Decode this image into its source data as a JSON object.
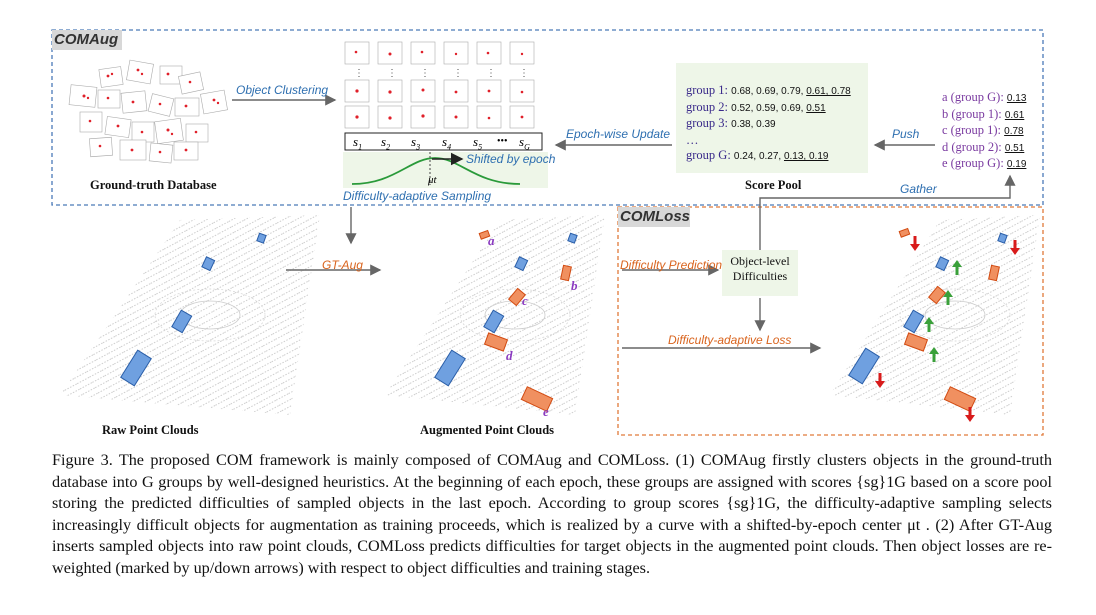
{
  "comaug_tag": "COMAug",
  "comloss_tag": "COMLoss",
  "gt_database": "Ground-truth Database",
  "object_clustering": "Object Clustering",
  "sample_index": [
    "s",
    "s",
    "s",
    "s",
    "s",
    "•••",
    "s"
  ],
  "sample_subscripts": [
    "1",
    "2",
    "3",
    "4",
    "5",
    "",
    "G"
  ],
  "shifted_by_epoch": "Shifted by epoch",
  "mu_t": "μt",
  "difficulty_sampling": "Difficulty-adaptive Sampling",
  "epoch_update": "Epoch-wise Update",
  "score_pool": {
    "title": "Score Pool",
    "rows": [
      {
        "label": "group 1:",
        "values": "0.68, 0.69, 0.79, ",
        "underlined": "0.61, 0.78"
      },
      {
        "label": "group 2:",
        "values": "0.52, 0.59, 0.69, ",
        "underlined": "0.51"
      },
      {
        "label": "group 3:",
        "values": "0.38, 0.39",
        "underlined": ""
      },
      {
        "label": "…",
        "values": "",
        "underlined": ""
      },
      {
        "label": "group G:",
        "values": "0.24, 0.27, ",
        "underlined": "0.13, 0.19"
      }
    ]
  },
  "push": "Push",
  "gather": "Gather",
  "object_scores": [
    {
      "label": "a (group G):",
      "value": "0.13"
    },
    {
      "label": "b (group 1):",
      "value": "0.61"
    },
    {
      "label": "c (group 1):",
      "value": "0.78"
    },
    {
      "label": "d (group 2):",
      "value": "0.51"
    },
    {
      "label": "e (group G):",
      "value": "0.19"
    }
  ],
  "gt_aug": "GT-Aug",
  "raw_pc": "Raw Point Clouds",
  "aug_pc": "Augmented Point Clouds",
  "difficulty_prediction": "Difficulty Prediction",
  "object_level_difficulties": "Object-level Difficulties",
  "difficulty_loss": "Difficulty-adaptive Loss",
  "object_letters": [
    "a",
    "b",
    "c",
    "d",
    "e"
  ],
  "caption": "Figure 3. The proposed COM framework is mainly composed of COMAug and COMLoss. (1) COMAug firstly clusters objects in the ground-truth database into G groups by well-designed heuristics. At the beginning of each epoch, these groups are assigned with scores {sg}1G based on a score pool storing the predicted difficulties of sampled objects in the last epoch. According to group scores {sg}1G, the difficulty-adaptive sampling selects increasingly difficult objects for augmentation as training proceeds, which is realized by a curve with a shifted-by-epoch center μt . (2) After GT-Aug inserts sampled objects into raw point clouds, COMLoss predicts difficulties for target objects in the augmented point clouds. Then object losses are re-weighted (marked by up/down arrows) with respect to object difficulties and training stages."
}
